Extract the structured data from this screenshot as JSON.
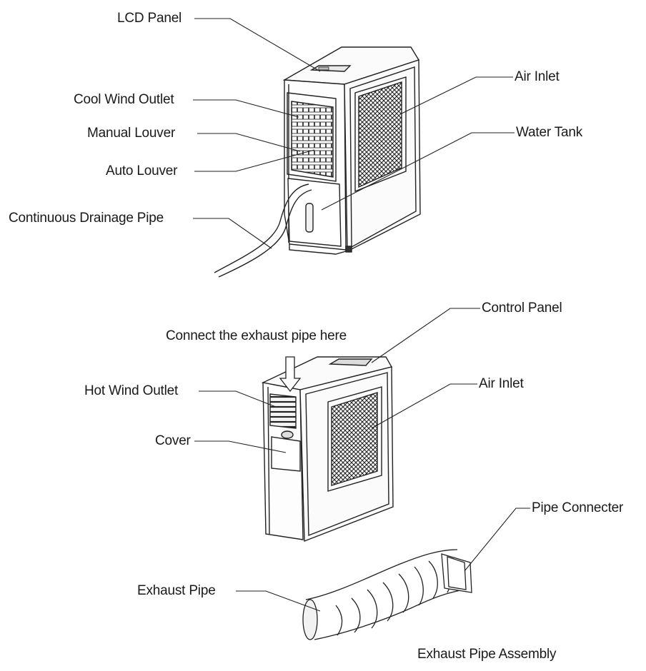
{
  "top_unit": {
    "labels": {
      "lcd_panel": "LCD Panel",
      "cool_wind_outlet": "Cool Wind Outlet",
      "manual_louver": "Manual Louver",
      "auto_louver": "Auto Louver",
      "continuous_drainage_pipe": "Continuous Drainage Pipe",
      "air_inlet": "Air Inlet",
      "water_tank": "Water Tank"
    }
  },
  "bottom_unit": {
    "labels": {
      "control_panel": "Control Panel",
      "connect_exhaust": "Connect the exhaust pipe here",
      "hot_wind_outlet": "Hot Wind Outlet",
      "cover": "Cover",
      "air_inlet": "Air Inlet"
    }
  },
  "pipe_assembly": {
    "labels": {
      "pipe_connecter": "Pipe Connecter",
      "exhaust_pipe": "Exhaust Pipe",
      "caption": "Exhaust Pipe Assembly"
    }
  }
}
